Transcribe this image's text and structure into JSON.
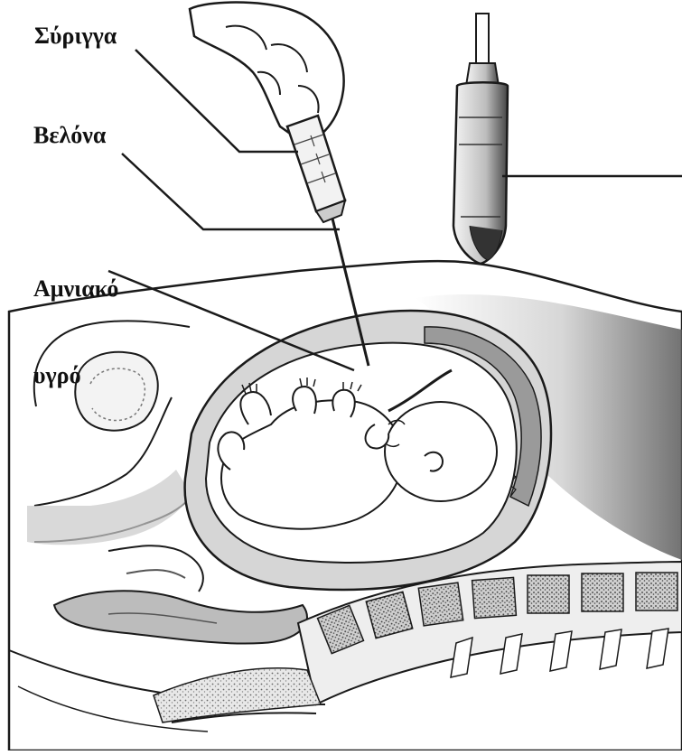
{
  "diagram": {
    "labels": {
      "syringe": "Σύριγγα",
      "needle": "Βελόνα",
      "amniotic_fluid_line1": "Αμνιακό",
      "amniotic_fluid_line2": "υγρό"
    },
    "colors": {
      "line": "#1a1a1a",
      "shade_dark": "#555555",
      "shade_mid": "#a9a9a9",
      "shade_light": "#d8d8d8",
      "background": "#ffffff"
    }
  }
}
